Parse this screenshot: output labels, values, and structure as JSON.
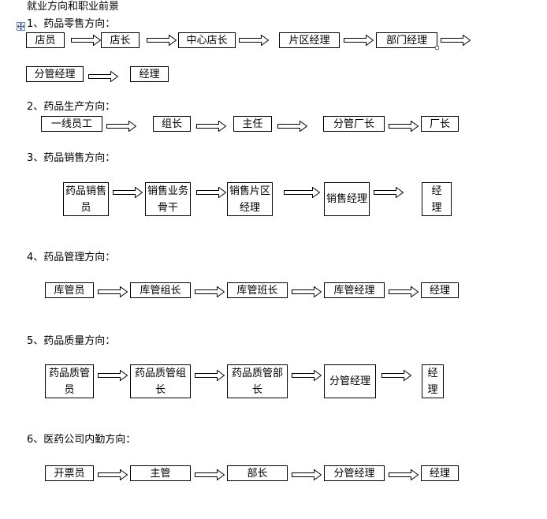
{
  "title": "就业方向和职业前景",
  "sections": [
    {
      "heading": "1、药品零售方向：",
      "rows": [
        [
          "店员",
          "店长",
          "中心店长",
          "片区经理",
          "部门经理"
        ],
        [
          "分管经理",
          "经理"
        ]
      ]
    },
    {
      "heading": "2、药品生产方向：",
      "rows": [
        [
          "一线员工",
          "组长",
          "主任",
          "分管厂长",
          "厂长"
        ]
      ]
    },
    {
      "heading": "3、药品销售方向：",
      "rows": [
        [
          "药品销售员",
          "销售业务骨干",
          "销售片区经理",
          "销售经理",
          "经理"
        ]
      ]
    },
    {
      "heading": "4、药品管理方向：",
      "rows": [
        [
          "库管员",
          "库管组长",
          "库管班长",
          "库管经理",
          "经理"
        ]
      ]
    },
    {
      "heading": "5、药品质量方向：",
      "rows": [
        [
          "药品质管员",
          "药品质管组长",
          "药品质管部长",
          "分管经理",
          "经理"
        ]
      ]
    },
    {
      "heading": "6、医药公司内勤方向：",
      "rows": [
        [
          "开票员",
          "主管",
          "部长",
          "分管经理",
          "经理"
        ]
      ]
    }
  ]
}
